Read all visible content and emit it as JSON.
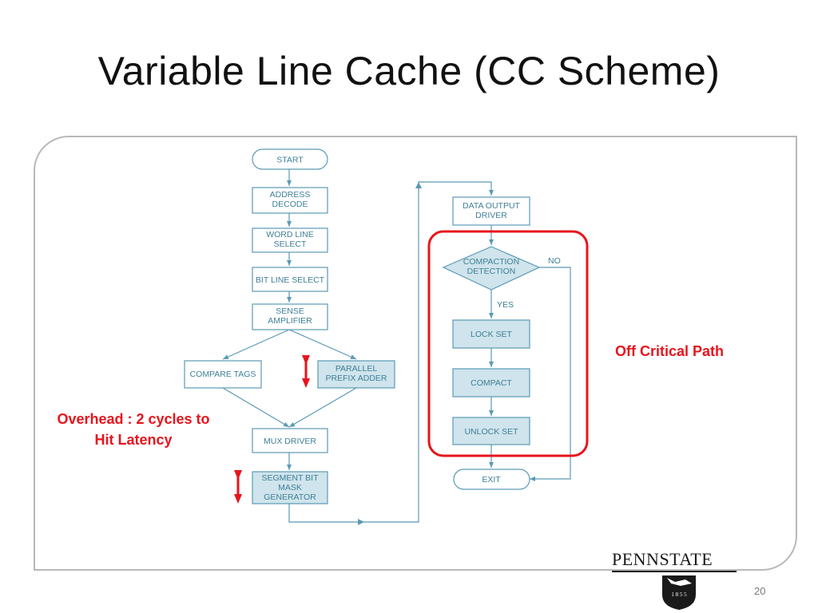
{
  "slide": {
    "title": "Variable Line Cache (CC Scheme)",
    "page_number": "20"
  },
  "nodes": {
    "start": "START",
    "address_decode": [
      "ADDRESS",
      "DECODE"
    ],
    "word_line_select": [
      "WORD LINE",
      "SELECT"
    ],
    "bit_line_select": [
      "BIT LINE SELECT"
    ],
    "sense_amplifier": [
      "SENSE",
      "AMPLIFIER"
    ],
    "compare_tags": [
      "COMPARE TAGS"
    ],
    "parallel_prefix_adder": [
      "PARALLEL",
      "PREFIX ADDER"
    ],
    "mux_driver": [
      "MUX DRIVER"
    ],
    "segment_bit_mask_generator": [
      "SEGMENT BIT",
      "MASK",
      "GENERATOR"
    ],
    "data_output_driver": [
      "DATA OUTPUT",
      "DRIVER"
    ],
    "compaction_detection": [
      "COMPACTION",
      "DETECTION"
    ],
    "lock_set": [
      "LOCK SET"
    ],
    "compact": [
      "COMPACT"
    ],
    "unlock_set": [
      "UNLOCK SET"
    ],
    "exit": "EXIT"
  },
  "edge_labels": {
    "no": "NO",
    "yes": "YES"
  },
  "annotations": {
    "overhead": [
      "Overhead : 2 cycles to",
      "Hit Latency"
    ],
    "off_critical_path": "Off Critical Path"
  },
  "logo": {
    "wordmark": "PENNSTATE",
    "year": "1 8 5 5"
  },
  "colors": {
    "node_stroke": "#5a9ab5",
    "node_fill_highlight": "#cfe4ec",
    "node_text": "#3f7f97",
    "annotation_red": "#e8141c",
    "frame_border": "#b8b8b8"
  }
}
